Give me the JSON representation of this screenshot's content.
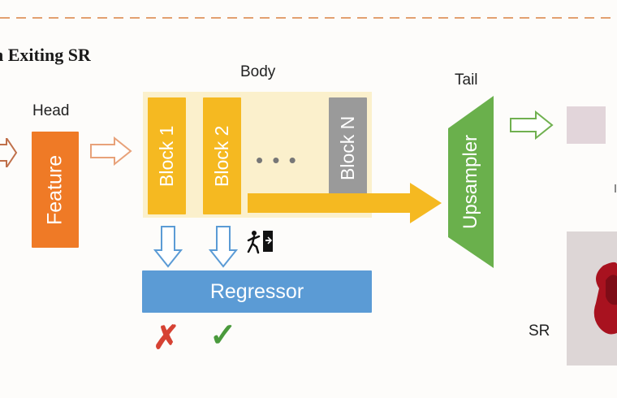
{
  "title": "n Exiting SR",
  "labels": {
    "head": "Head",
    "body": "Body",
    "tail": "Tail",
    "sr": "SR"
  },
  "blocks": {
    "feature": "Feature",
    "block1": "Block 1",
    "block2": "Block 2",
    "blockN": "Block N",
    "ellipsis": "• • •",
    "upsampler": "Upsampler",
    "regressor": "Regressor"
  },
  "marks": {
    "cross": "✗",
    "check": "✓"
  },
  "icons": {
    "exit": "exit-door-icon"
  },
  "colors": {
    "feature": "#ef7a26",
    "block": "#f5b921",
    "body_bg": "#fbf0cc",
    "blockN": "#9a9a9a",
    "upsampler": "#6ab04c",
    "regressor": "#5b9bd5",
    "arrow_orange_outline": "#e8a27a",
    "arrow_blue_outline": "#5b9bd5",
    "arrow_green_outline": "#70b04f",
    "big_arrow": "#f5b921"
  }
}
